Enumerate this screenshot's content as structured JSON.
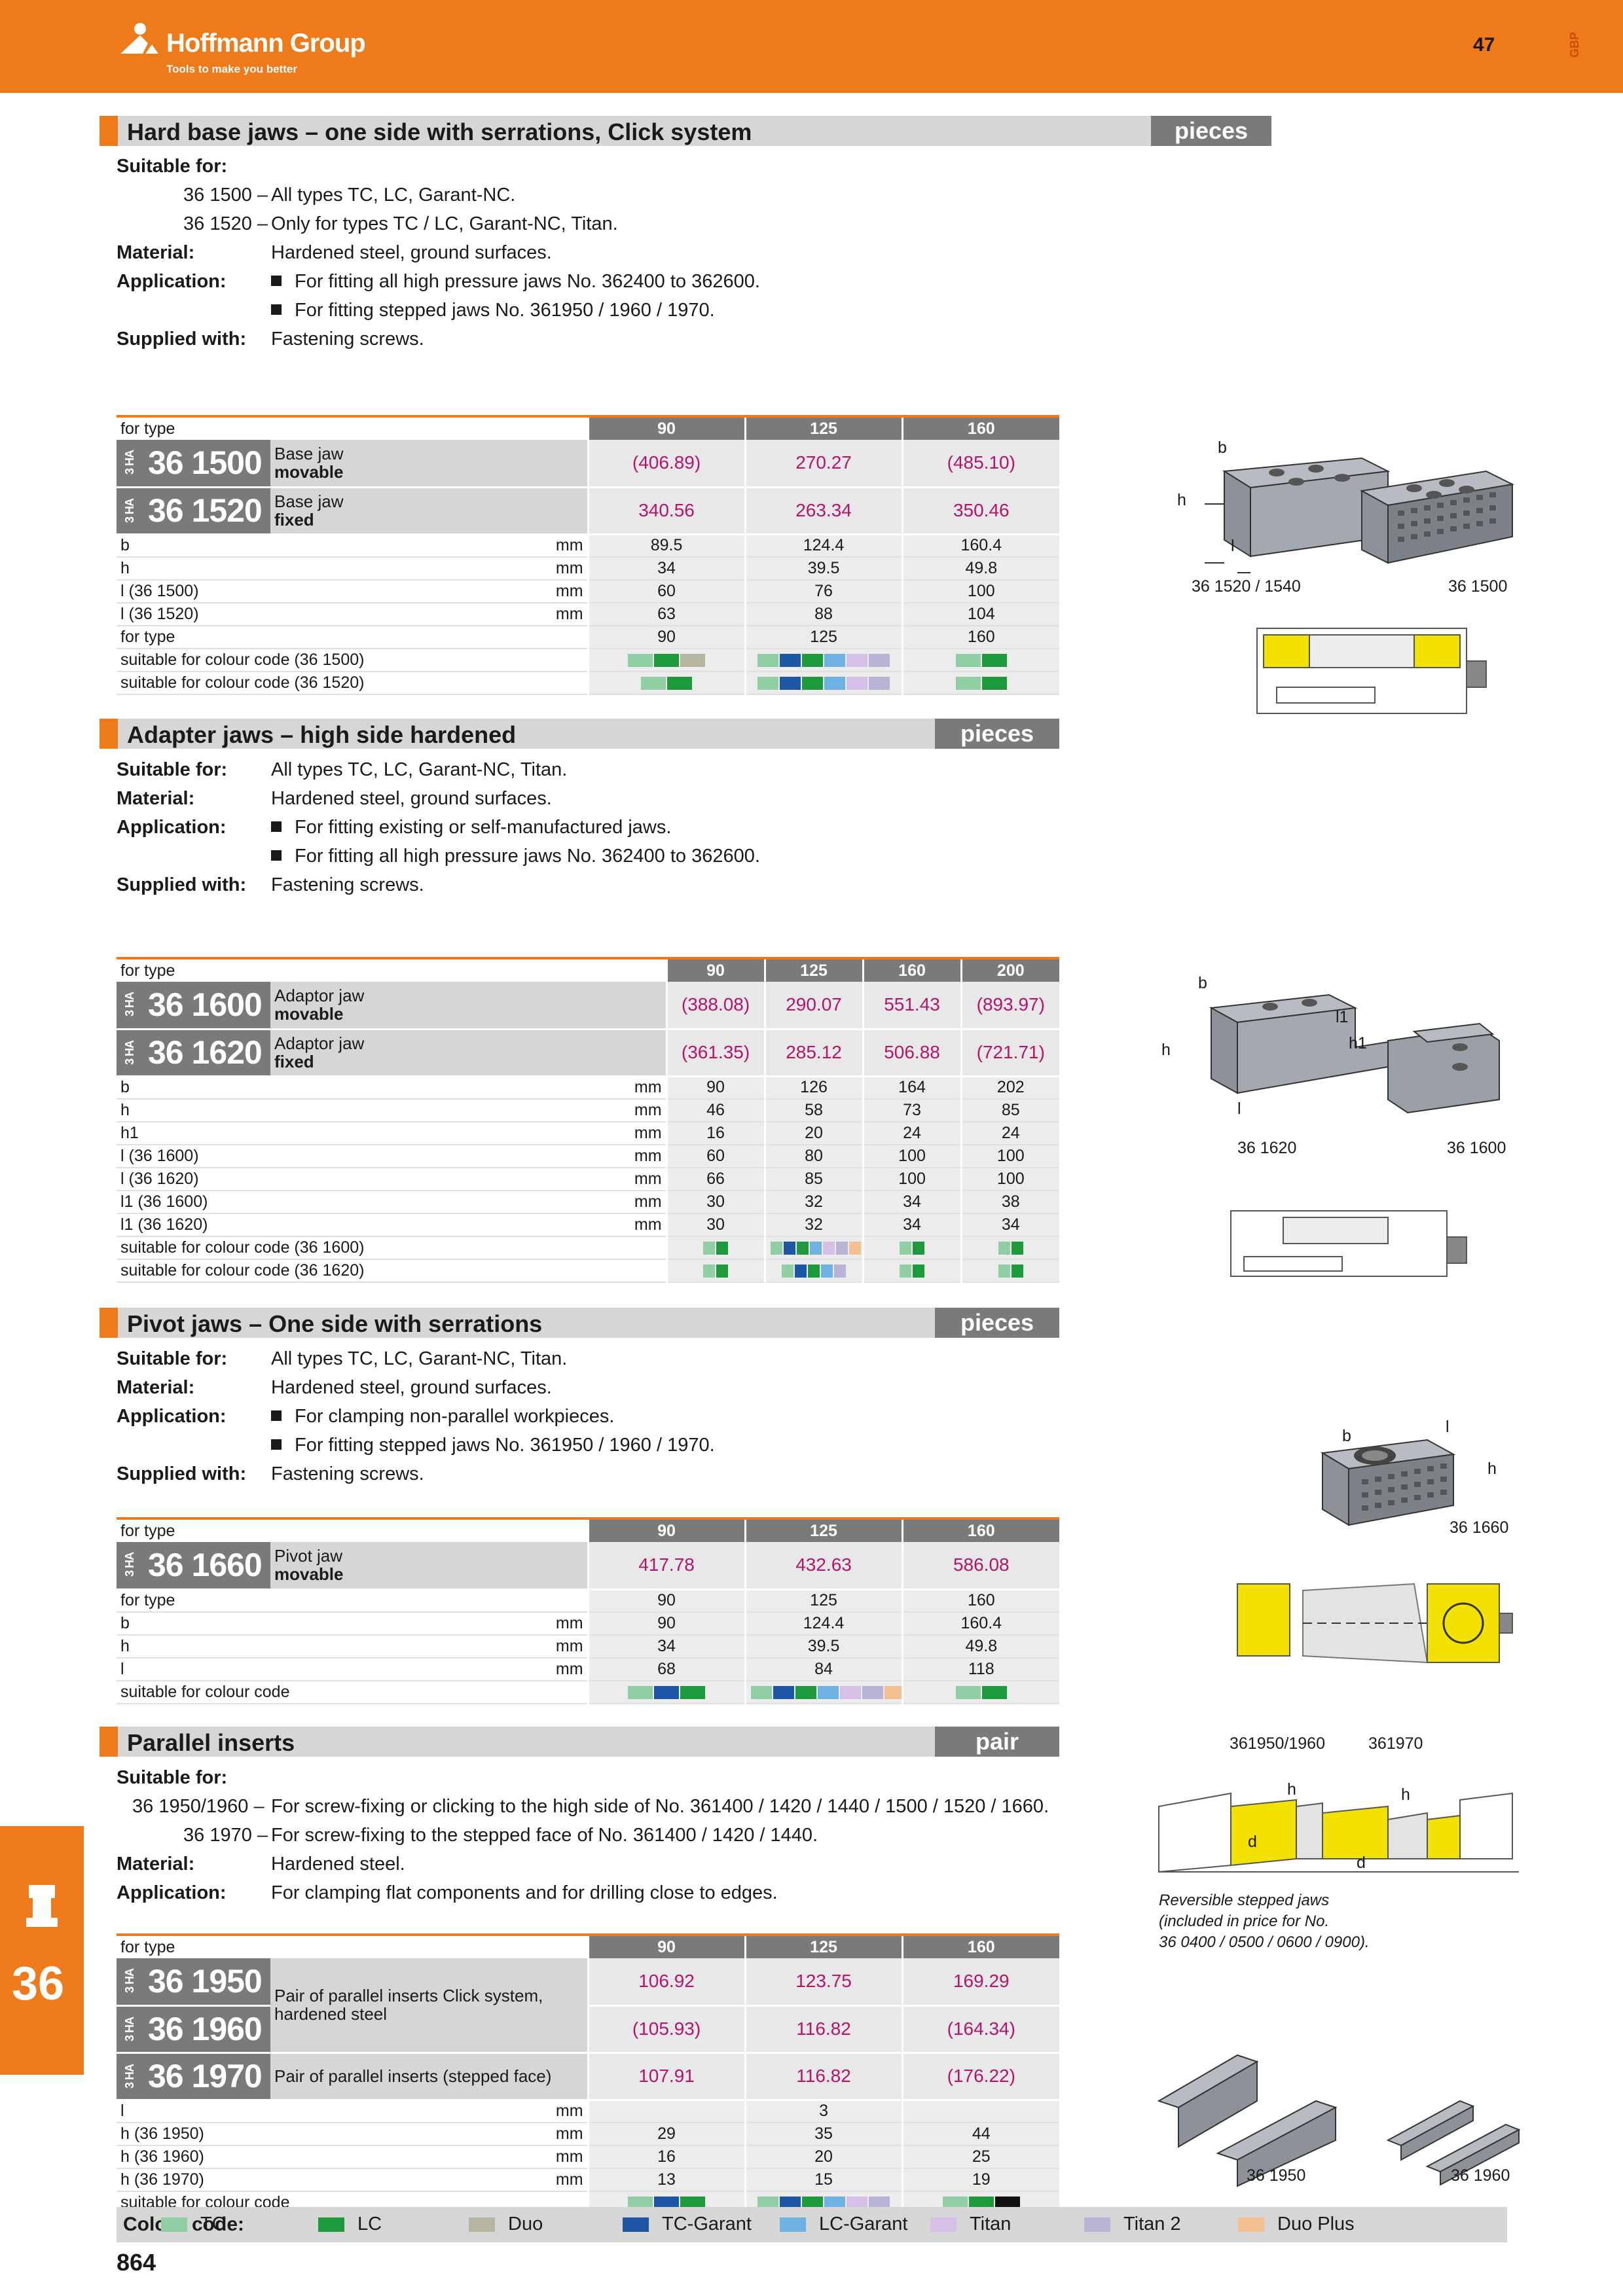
{
  "header": {
    "brand": "Hoffmann Group",
    "tagline": "Tools to make you better",
    "page_number": "47",
    "currency": "GBP"
  },
  "colors": {
    "TC": "#8fcfa3",
    "LC": "#1e9a3d",
    "Duo": "#b5b5a0",
    "TC-Garant": "#1d57a5",
    "LC-Garant": "#6db2e3",
    "Titan": "#d6c0e8",
    "Titan 2": "#b8b4d6",
    "Duo Plus": "#f5c08f",
    "Black": "#111111"
  },
  "side_tab": {
    "chapter": "36"
  },
  "sections": {
    "s1": {
      "title": "Hard base jaws – one side with serrations, Click system",
      "unit": "pieces",
      "info": {
        "suitable_label": "Suitable for:",
        "suitable_1_code": "36 1500 –",
        "suitable_1_text": "All types TC, LC, Garant-NC.",
        "suitable_2_code": "36 1520 –",
        "suitable_2_text": "Only for types TC / LC, Garant-NC, Titan.",
        "material_label": "Material:",
        "material": "Hardened steel, ground surfaces.",
        "application_label": "Application:",
        "application_1": "For fitting all high pressure jaws No. 362400 to 362600.",
        "application_2": "For fitting stepped jaws No. 361950 / 1960 / 1970.",
        "supplied_label": "Supplied with:",
        "supplied": "Fastening screws."
      },
      "table": {
        "head_label": "for type",
        "cols": [
          "90",
          "125",
          "160"
        ],
        "articles": [
          {
            "prefix": "3 HA",
            "code": "36 1500",
            "desc1": "Base jaw",
            "desc2": "movable",
            "prices": [
              "(406.89)",
              "270.27",
              "(485.10)"
            ]
          },
          {
            "prefix": "3 HA",
            "code": "36 1520",
            "desc1": "Base jaw",
            "desc2": "fixed",
            "prices": [
              "340.56",
              "263.34",
              "350.46"
            ]
          }
        ],
        "rows": [
          {
            "label": "b",
            "unit": "mm",
            "values": [
              "89.5",
              "124.4",
              "160.4"
            ]
          },
          {
            "label": "h",
            "unit": "mm",
            "values": [
              "34",
              "39.5",
              "49.8"
            ]
          },
          {
            "label": "l (36 1500)",
            "unit": "mm",
            "values": [
              "60",
              "76",
              "100"
            ]
          },
          {
            "label": "l (36 1520)",
            "unit": "mm",
            "values": [
              "63",
              "88",
              "104"
            ]
          },
          {
            "label": "for type",
            "unit": "",
            "values": [
              "90",
              "125",
              "160"
            ]
          }
        ],
        "swatch_rows": [
          {
            "label": "suitable for colour code (36 1500)",
            "values": [
              [
                "TC",
                "LC",
                "Duo"
              ],
              [
                "TC",
                "TC-Garant",
                "LC",
                "LC-Garant",
                "Titan",
                "Titan 2"
              ],
              [
                "TC",
                "LC"
              ]
            ]
          },
          {
            "label": "suitable for colour code (36 1520)",
            "values": [
              [
                "TC",
                "LC"
              ],
              [
                "TC",
                "TC-Garant",
                "LC",
                "LC-Garant",
                "Titan",
                "Titan 2"
              ],
              [
                "TC",
                "LC"
              ]
            ]
          }
        ]
      },
      "captions": {
        "c1": "b",
        "c2": "h",
        "c3": "l",
        "c4": "36 1520 / 1540",
        "c5": "36 1500"
      }
    },
    "s2": {
      "title": "Adapter jaws – high side hardened",
      "unit": "pieces",
      "info": {
        "suitable_label": "Suitable for:",
        "suitable": "All types TC, LC, Garant-NC, Titan.",
        "material_label": "Material:",
        "material": "Hardened steel, ground surfaces.",
        "application_label": "Application:",
        "application_1": "For fitting existing or self-manufactured jaws.",
        "application_2": "For fitting all high pressure jaws No. 362400 to 362600.",
        "supplied_label": "Supplied with:",
        "supplied": "Fastening screws."
      },
      "table": {
        "head_label": "for type",
        "cols": [
          "90",
          "125",
          "160",
          "200"
        ],
        "articles": [
          {
            "prefix": "3 HA",
            "code": "36 1600",
            "desc1": "Adaptor jaw",
            "desc2": "movable",
            "prices": [
              "(388.08)",
              "290.07",
              "551.43",
              "(893.97)"
            ]
          },
          {
            "prefix": "3 HA",
            "code": "36 1620",
            "desc1": "Adaptor jaw",
            "desc2": "fixed",
            "prices": [
              "(361.35)",
              "285.12",
              "506.88",
              "(721.71)"
            ]
          }
        ],
        "rows": [
          {
            "label": "b",
            "unit": "mm",
            "values": [
              "90",
              "126",
              "164",
              "202"
            ]
          },
          {
            "label": "h",
            "unit": "mm",
            "values": [
              "46",
              "58",
              "73",
              "85"
            ]
          },
          {
            "label": "h1",
            "unit": "mm",
            "values": [
              "16",
              "20",
              "24",
              "24"
            ]
          },
          {
            "label": "l (36 1600)",
            "unit": "mm",
            "values": [
              "60",
              "80",
              "100",
              "100"
            ]
          },
          {
            "label": "l (36 1620)",
            "unit": "mm",
            "values": [
              "66",
              "85",
              "100",
              "100"
            ]
          },
          {
            "label": "l1 (36 1600)",
            "unit": "mm",
            "values": [
              "30",
              "32",
              "34",
              "38"
            ]
          },
          {
            "label": "l1 (36 1620)",
            "unit": "mm",
            "values": [
              "30",
              "32",
              "34",
              "34"
            ]
          }
        ],
        "swatch_rows": [
          {
            "label": "suitable for colour code (36 1600)",
            "values": [
              [
                "TC",
                "LC"
              ],
              [
                "TC",
                "TC-Garant",
                "LC",
                "LC-Garant",
                "Titan",
                "Titan 2",
                "Duo Plus"
              ],
              [
                "TC",
                "LC"
              ],
              [
                "TC",
                "LC"
              ]
            ]
          },
          {
            "label": "suitable for colour code (36 1620)",
            "values": [
              [
                "TC",
                "LC"
              ],
              [
                "TC",
                "TC-Garant",
                "LC",
                "LC-Garant",
                "Titan 2"
              ],
              [
                "TC",
                "LC"
              ],
              [
                "TC",
                "LC"
              ]
            ]
          }
        ]
      },
      "captions": {
        "c1": "b",
        "c2": "h",
        "c3": "l",
        "c4": "l1",
        "c5": "h1",
        "c6": "36 1620",
        "c7": "36 1600"
      }
    },
    "s3": {
      "title": "Pivot jaws – One side with serrations",
      "unit": "pieces",
      "info": {
        "suitable_label": "Suitable for:",
        "suitable": "All types TC, LC, Garant-NC, Titan.",
        "material_label": "Material:",
        "material": "Hardened steel, ground surfaces.",
        "application_label": "Application:",
        "application_1": "For clamping non-parallel workpieces.",
        "application_2": "For fitting stepped jaws No. 361950 / 1960 / 1970.",
        "supplied_label": "Supplied with:",
        "supplied": "Fastening screws."
      },
      "table": {
        "head_label": "for type",
        "cols": [
          "90",
          "125",
          "160"
        ],
        "articles": [
          {
            "prefix": "3 HA",
            "code": "36 1660",
            "desc1": "Pivot jaw",
            "desc2": "movable",
            "prices": [
              "417.78",
              "432.63",
              "586.08"
            ]
          }
        ],
        "rows": [
          {
            "label": "for type",
            "unit": "",
            "values": [
              "90",
              "125",
              "160"
            ]
          },
          {
            "label": "b",
            "unit": "mm",
            "values": [
              "90",
              "124.4",
              "160.4"
            ]
          },
          {
            "label": "h",
            "unit": "mm",
            "values": [
              "34",
              "39.5",
              "49.8"
            ]
          },
          {
            "label": "l",
            "unit": "mm",
            "values": [
              "68",
              "84",
              "118"
            ]
          }
        ],
        "swatch_rows": [
          {
            "label": "suitable for colour code",
            "values": [
              [
                "TC",
                "TC-Garant",
                "LC"
              ],
              [
                "TC",
                "TC-Garant",
                "LC",
                "LC-Garant",
                "Titan",
                "Titan 2",
                "Duo Plus"
              ],
              [
                "TC",
                "LC"
              ]
            ]
          }
        ]
      },
      "captions": {
        "c1": "b",
        "c2": "l",
        "c3": "h",
        "c4": "36 1660"
      }
    },
    "s4": {
      "title": "Parallel inserts",
      "unit": "pair",
      "info": {
        "suitable_label": "Suitable for:",
        "suitable_1_code": "36 1950/1960 –",
        "suitable_1_text": "For screw-fixing or clicking to the high side  of No. 361400 / 1420 / 1440 / 1500 / 1520 / 1660.",
        "suitable_2_code": "36 1970 –",
        "suitable_2_text": "For screw-fixing to the stepped face of No. 361400 / 1420 / 1440.",
        "material_label": "Material:",
        "material": "Hardened steel.",
        "application_label": "Application:",
        "application": "For clamping flat components and for drilling close to edges."
      },
      "table": {
        "head_label": "for type",
        "cols": [
          "90",
          "125",
          "160"
        ],
        "articles": [
          {
            "prefix": "3 HA",
            "code": "36 1950",
            "desc1": "Pair of parallel inserts Click system,",
            "desc2": "hardened steel",
            "prices": [
              "106.92",
              "123.75",
              "169.29"
            ]
          },
          {
            "prefix": "3 HA",
            "code": "36 1960",
            "desc1": "",
            "desc2": "",
            "prices": [
              "(105.93)",
              "116.82",
              "(164.34)"
            ]
          },
          {
            "prefix": "3 HA",
            "code": "36 1970",
            "desc1": "Pair of parallel inserts (stepped face)",
            "desc2": "",
            "prices": [
              "107.91",
              "116.82",
              "(176.22)"
            ]
          }
        ],
        "rows": [
          {
            "label": "l",
            "unit": "mm",
            "values": [
              "",
              "3",
              ""
            ]
          },
          {
            "label": "h (36 1950)",
            "unit": "mm",
            "values": [
              "29",
              "35",
              "44"
            ]
          },
          {
            "label": "h (36 1960)",
            "unit": "mm",
            "values": [
              "16",
              "20",
              "25"
            ]
          },
          {
            "label": "h (36 1970)",
            "unit": "mm",
            "values": [
              "13",
              "15",
              "19"
            ]
          }
        ],
        "swatch_rows": [
          {
            "label": "suitable for colour code",
            "values": [
              [
                "TC",
                "TC-Garant",
                "LC"
              ],
              [
                "TC",
                "TC-Garant",
                "LC",
                "LC-Garant",
                "Titan",
                "Titan 2"
              ],
              [
                "TC",
                "LC",
                "Black"
              ]
            ]
          }
        ]
      },
      "captions": {
        "c1": "361950/1960",
        "c2": "361970",
        "c3": "h",
        "c4": "h",
        "c5": "d",
        "c6": "d",
        "c7": "36 1950",
        "c8": "36 1960"
      },
      "note": {
        "line1": "Reversible stepped jaws",
        "line2": "(included in price for No.",
        "line3": "36 0400 / 0500 / 0600 / 0900)."
      }
    }
  },
  "legend": {
    "title": "Colour code:",
    "items": [
      {
        "name": "TC",
        "key": "TC"
      },
      {
        "name": "LC",
        "key": "LC"
      },
      {
        "name": "Duo",
        "key": "Duo"
      },
      {
        "name": "TC-Garant",
        "key": "TC-Garant"
      },
      {
        "name": "LC-Garant",
        "key": "LC-Garant"
      },
      {
        "name": "Titan",
        "key": "Titan"
      },
      {
        "name": "Titan 2",
        "key": "Titan 2"
      },
      {
        "name": "Duo Plus",
        "key": "Duo Plus"
      }
    ]
  },
  "footer": {
    "catalog_page": "864"
  }
}
